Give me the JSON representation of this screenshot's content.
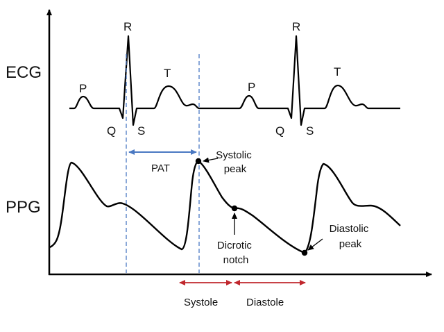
{
  "signals": {
    "ecg_label": "ECG",
    "ppg_label": "PPG"
  },
  "ecg_waves": {
    "beat1": {
      "p": "P",
      "q": "Q",
      "r": "R",
      "s": "S",
      "t": "T"
    },
    "beat2": {
      "p": "P",
      "q": "Q",
      "r": "R",
      "s": "S",
      "t": "T"
    }
  },
  "intervals": {
    "pat": "PAT",
    "systole": "Systole",
    "diastole": "Diastole"
  },
  "annotations": {
    "systolic_peak": [
      "Systolic",
      "peak"
    ],
    "dicrotic_notch": [
      "Dicrotic",
      "notch"
    ],
    "diastolic_peak": [
      "Diastolic",
      "peak"
    ]
  },
  "colors": {
    "trace": "#000000",
    "guide_line": "#4a78c2",
    "pat_arrow": "#4a78c2",
    "phase_arrow": "#c0272d"
  }
}
